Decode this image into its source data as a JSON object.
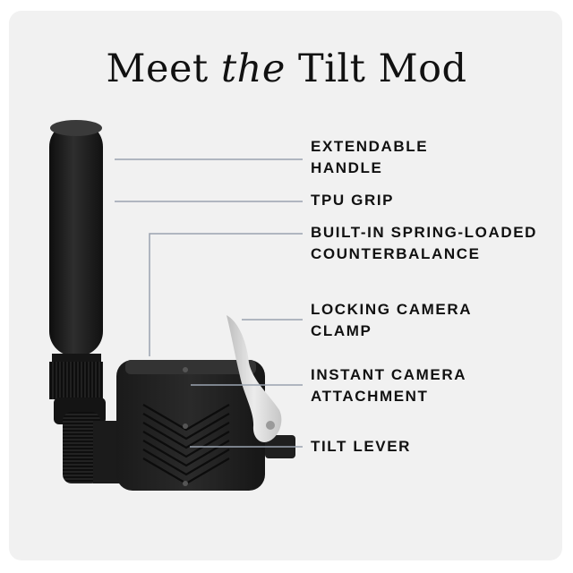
{
  "title": {
    "part1": "Meet",
    "part2": "the",
    "part3": "Tilt Mod"
  },
  "callouts": [
    {
      "id": "extendable-handle",
      "lines": [
        "EXTENDABLE",
        "HANDLE"
      ]
    },
    {
      "id": "tpu-grip",
      "lines": [
        "TPU GRIP"
      ]
    },
    {
      "id": "counterbalance",
      "lines": [
        "BUILT-IN SPRING-LOADED",
        "COUNTERBALANCE"
      ]
    },
    {
      "id": "camera-clamp",
      "lines": [
        "LOCKING CAMERA",
        "CLAMP"
      ]
    },
    {
      "id": "camera-attachment",
      "lines": [
        "INSTANT CAMERA",
        "ATTACHMENT"
      ]
    },
    {
      "id": "tilt-lever",
      "lines": [
        "TILT LEVER"
      ]
    }
  ],
  "colors": {
    "background": "#f1f1f1",
    "text": "#111111",
    "leader_line": "#9aa3b0",
    "device": "#1c1c1c",
    "lever": "#d9d9d9"
  }
}
